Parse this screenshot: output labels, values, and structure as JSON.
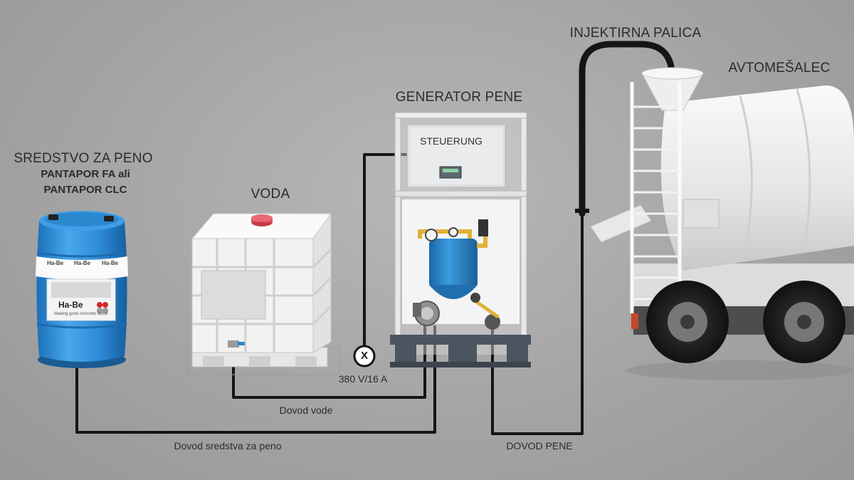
{
  "labels": {
    "foam_agent_title": "SREDSTVO ZA PENO",
    "foam_agent_line1": "PANTAPOR FA ali",
    "foam_agent_line2": "PANTAPOR CLC",
    "water": "VODA",
    "generator": "GENERATOR PENE",
    "control": "STEUERUNG",
    "lance": "INJEKTIRNA PALICA",
    "mixer": "AVTOMEŠALEC",
    "power": "380 V/16 A",
    "power_symbol": "X",
    "water_supply": "Dovod vode",
    "agent_supply": "Dovod sredstva za peno",
    "foam_supply": "DOVOD PENE"
  },
  "barrel": {
    "brand": "Ha-Be",
    "strip_text": "Ha-Be",
    "tagline": "Making good concrete better",
    "color": "#2f8fd8"
  },
  "colors": {
    "background": "#a8a8a8",
    "pipe": "#151515",
    "tank": "#2e86c9",
    "ibc_cap": "#e0525e"
  }
}
